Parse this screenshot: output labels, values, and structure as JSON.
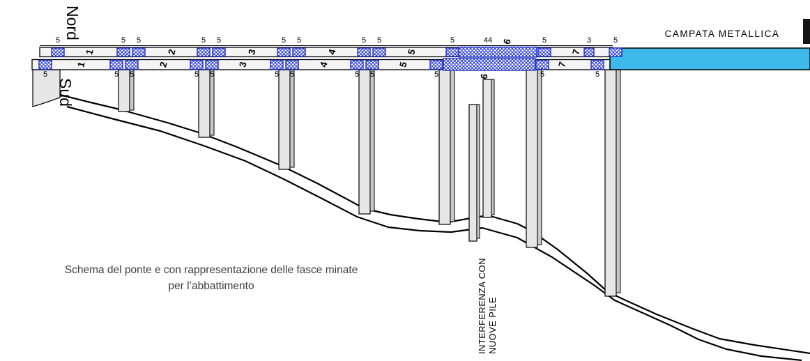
{
  "caption": {
    "line1": "Schema del ponte e con rappresentazione delle fasce minate",
    "line2": "per l’abbattimento"
  },
  "compass": {
    "north": "Nord",
    "south": "Sud"
  },
  "deck": {
    "metallic_span_label": "CAMPATA  METALLICA",
    "span_numbers_north": [
      "1",
      "2",
      "3",
      "4",
      "5",
      "6",
      "7"
    ],
    "span_numbers_south": [
      "1",
      "2",
      "3",
      "4",
      "5",
      "6",
      "7"
    ]
  },
  "mines": {
    "big_band_width_label": "44",
    "north_labels": [
      "5",
      "5",
      "5",
      "5",
      "5",
      "5",
      "5",
      "5",
      "5",
      "5",
      "5",
      "3",
      "5"
    ],
    "south_labels": [
      "5",
      "5",
      "5",
      "5",
      "5",
      "5",
      "5",
      "5",
      "5",
      "5",
      "5",
      "5"
    ]
  },
  "annotations": {
    "interference_line1": "INTERFERENZA CON",
    "interference_line2": "NUOVE PILE"
  },
  "colors": {
    "metallic_span_fill": "#3db9ea",
    "mined_band_stroke": "#2433c0",
    "hatch_blue": "#2a3cd4",
    "pier_fill": "#e6e6e6",
    "pier_side_fill": "#c9c9c9",
    "deck_fill": "#f4f4f4",
    "line_black": "#000000"
  }
}
